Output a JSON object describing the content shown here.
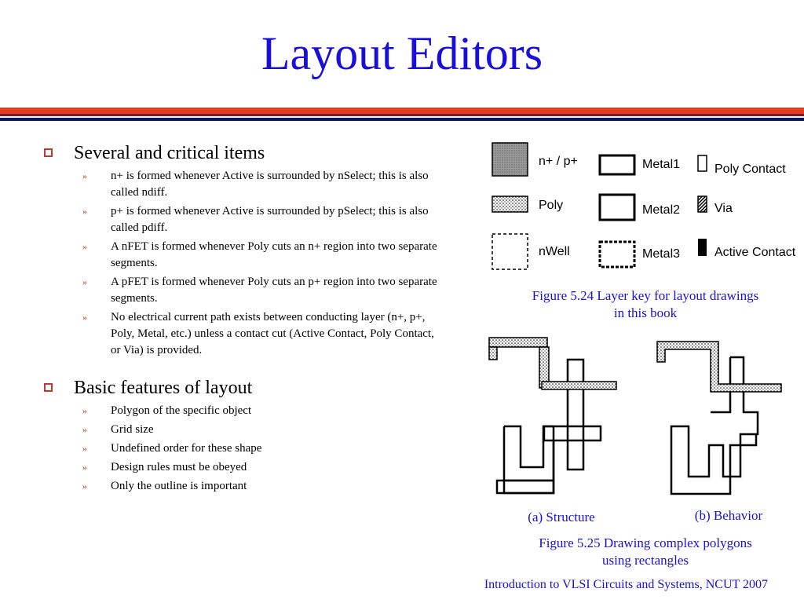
{
  "slide": {
    "title": "Layout Editors",
    "colors": {
      "title": "#1a0fd8",
      "bar_red": "#e53b1e",
      "bar_maroon": "#7a1a2e",
      "bar_navy": "#14145a",
      "bullet": "#c0392b"
    },
    "sections": [
      {
        "heading": "Several and critical items",
        "items": [
          "n+ is formed whenever Active is surrounded by nSelect; this is also called ndiff.",
          "p+ is formed whenever Active is surrounded by pSelect; this is also called pdiff.",
          "A nFET is formed whenever Poly cuts an n+ region into two separate segments.",
          "A pFET is formed whenever Poly cuts an p+ region into two separate segments.",
          "No electrical current path exists between conducting layer (n+, p+, Poly, Metal, etc.) unless a contact cut (Active Contact, Poly Contact, or Via) is provided."
        ]
      },
      {
        "heading": "Basic features of layout",
        "items": [
          "Polygon of the specific object",
          "Grid size",
          "Undefined order for these shape",
          "Design rules must be obeyed",
          "Only the outline is important"
        ]
      }
    ],
    "legend": {
      "np": "n+ / p+",
      "poly": "Poly",
      "nwell": "nWell",
      "metal1": "Metal1",
      "metal2": "Metal2",
      "metal3": "Metal3",
      "poly_contact": "Poly Contact",
      "via": "Via",
      "active_contact": "Active Contact"
    },
    "figure_524_caption": "Figure 5.24 Layer key for layout drawings in this book",
    "label_structure": "(a) Structure",
    "label_behavior": "(b) Behavior",
    "figure_525_caption": "Figure 5.25 Drawing complex polygons using rectangles",
    "footer": "Introduction to VLSI Circuits and Systems, NCUT  2007"
  }
}
